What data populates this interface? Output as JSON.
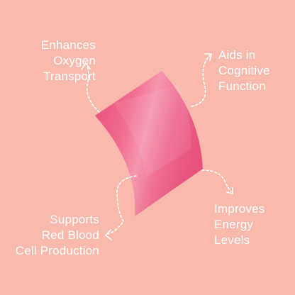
{
  "benefits": {
    "oxygen": {
      "lines": [
        "Enhances",
        "Oxygen",
        "Transport"
      ]
    },
    "cognitive": {
      "lines": [
        "Aids in",
        "Cognitive",
        "Function"
      ]
    },
    "energy": {
      "lines": [
        "Improves",
        "Energy",
        "Levels"
      ]
    },
    "redblood": {
      "lines": [
        "Supports",
        "Red Blood",
        "Cell Production"
      ]
    }
  },
  "colors": {
    "background": "#f9b9ad",
    "patch_main": "#f06b8f",
    "patch_highlight": "#f59ab2",
    "text": "#ffffff"
  },
  "icons": [
    "product-patch",
    "dashed-arrow"
  ]
}
